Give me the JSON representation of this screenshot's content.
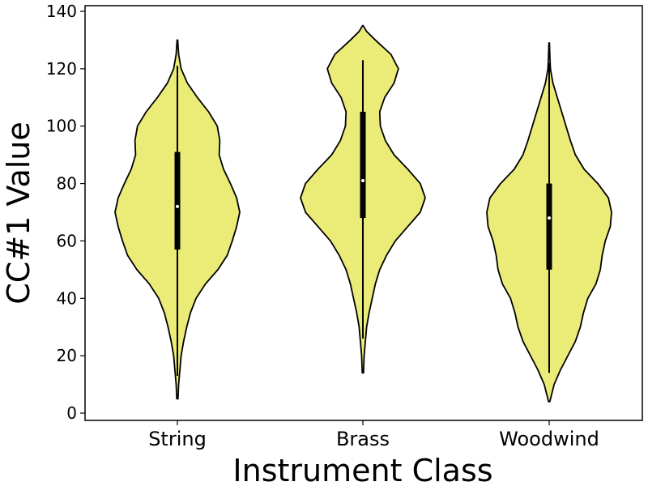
{
  "chart_data": {
    "type": "violin",
    "xlabel": "Instrument Class",
    "ylabel": "CC#1 Value",
    "ylim": [
      0,
      140
    ],
    "yticks": [
      0,
      20,
      40,
      60,
      80,
      100,
      120,
      140
    ],
    "categories": [
      "String",
      "Brass",
      "Woodwind"
    ],
    "fill_color": "#EBEB78",
    "edge_color": "#000000",
    "violins": [
      {
        "category": "String",
        "min": 5,
        "max": 130,
        "whisker_low": 13,
        "whisker_high": 121,
        "q1": 57,
        "median": 72,
        "q3": 91,
        "density_profile": [
          [
            5,
            0.01
          ],
          [
            10,
            0.02
          ],
          [
            15,
            0.04
          ],
          [
            20,
            0.06
          ],
          [
            25,
            0.1
          ],
          [
            30,
            0.15
          ],
          [
            35,
            0.21
          ],
          [
            40,
            0.3
          ],
          [
            45,
            0.45
          ],
          [
            50,
            0.65
          ],
          [
            55,
            0.8
          ],
          [
            60,
            0.88
          ],
          [
            65,
            0.95
          ],
          [
            70,
            1.0
          ],
          [
            75,
            0.95
          ],
          [
            80,
            0.85
          ],
          [
            85,
            0.74
          ],
          [
            90,
            0.67
          ],
          [
            95,
            0.68
          ],
          [
            100,
            0.64
          ],
          [
            105,
            0.5
          ],
          [
            110,
            0.32
          ],
          [
            115,
            0.16
          ],
          [
            120,
            0.06
          ],
          [
            125,
            0.02
          ],
          [
            130,
            0.005
          ]
        ]
      },
      {
        "category": "Brass",
        "min": 14,
        "max": 135,
        "whisker_low": 26,
        "whisker_high": 123,
        "q1": 68,
        "median": 81,
        "q3": 105,
        "density_profile": [
          [
            14,
            0.01
          ],
          [
            20,
            0.02
          ],
          [
            25,
            0.04
          ],
          [
            30,
            0.06
          ],
          [
            35,
            0.1
          ],
          [
            40,
            0.15
          ],
          [
            45,
            0.2
          ],
          [
            50,
            0.27
          ],
          [
            55,
            0.38
          ],
          [
            60,
            0.52
          ],
          [
            65,
            0.72
          ],
          [
            70,
            0.92
          ],
          [
            75,
            1.0
          ],
          [
            80,
            0.92
          ],
          [
            85,
            0.72
          ],
          [
            90,
            0.5
          ],
          [
            95,
            0.36
          ],
          [
            100,
            0.28
          ],
          [
            105,
            0.27
          ],
          [
            110,
            0.35
          ],
          [
            115,
            0.5
          ],
          [
            120,
            0.57
          ],
          [
            125,
            0.45
          ],
          [
            130,
            0.2
          ],
          [
            133,
            0.06
          ],
          [
            135,
            0.005
          ]
        ]
      },
      {
        "category": "Woodwind",
        "min": 4,
        "max": 129,
        "whisker_low": 14,
        "whisker_high": 122,
        "q1": 50,
        "median": 68,
        "q3": 80,
        "density_profile": [
          [
            4,
            0.01
          ],
          [
            10,
            0.08
          ],
          [
            15,
            0.18
          ],
          [
            20,
            0.3
          ],
          [
            25,
            0.42
          ],
          [
            30,
            0.5
          ],
          [
            35,
            0.55
          ],
          [
            40,
            0.62
          ],
          [
            45,
            0.75
          ],
          [
            50,
            0.82
          ],
          [
            55,
            0.85
          ],
          [
            60,
            0.9
          ],
          [
            65,
            0.98
          ],
          [
            70,
            1.0
          ],
          [
            75,
            0.95
          ],
          [
            80,
            0.78
          ],
          [
            85,
            0.56
          ],
          [
            90,
            0.42
          ],
          [
            95,
            0.34
          ],
          [
            100,
            0.27
          ],
          [
            105,
            0.2
          ],
          [
            110,
            0.13
          ],
          [
            115,
            0.06
          ],
          [
            120,
            0.02
          ],
          [
            125,
            0.01
          ],
          [
            129,
            0.005
          ]
        ]
      }
    ]
  }
}
